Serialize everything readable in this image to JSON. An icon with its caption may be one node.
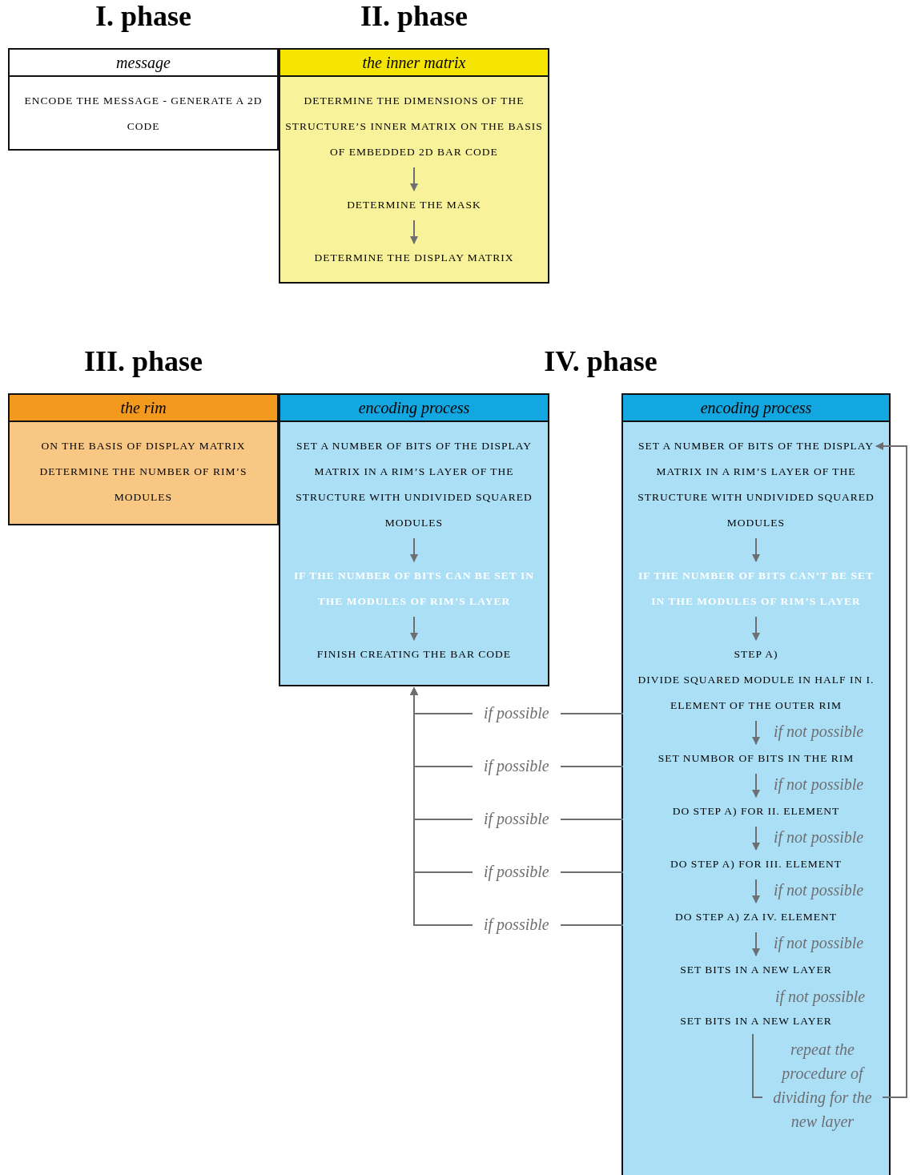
{
  "diagram": {
    "nodes": [
      {
        "text": [
          "I. phase",
          "message"
        ]
      },
      {
        "text": [
          "ENCODE THE MESSAGE - GENERATE A 2D CODE"
        ],
        "in": 0
      },
      {
        "text": [
          "II. phase",
          "the inner matrix"
        ]
      },
      {
        "text": [
          "DETERMINE THE DIMENSIONS OF THE STRUCTURE’S INNER MATRIX ON THE BASIS OF EMBEDDED 2D BAR CODE"
        ],
        "in": 2
      },
      {
        "text": [
          "DETERMINE THE MASK"
        ],
        "in": 2
      },
      {
        "text": [
          "DETERMINE THE DISPLAY MATRIX"
        ],
        "in": 2
      },
      {
        "text": [
          "III. phase",
          "the rim"
        ]
      },
      {
        "text": [
          "ON THE BASIS OF DISPLAY MATRIX DETERMINE THE NUMBER OF RIM’S MODULES"
        ],
        "in": 6
      },
      {
        "text": [
          "encoding process"
        ]
      },
      {
        "text": [
          "SET A NUMBER OF BITS OF THE DISPLAY MATRIX IN A RIM’S LAYER OF THE STRUCTURE WITH UNDIVIDED SQUARED MODULES"
        ],
        "in": 8
      },
      {
        "text": [
          "IF THE NUMBER OF BITS CAN BE SET IN THE MODULES OF RIM’S LAYER"
        ],
        "in": 8
      },
      {
        "text": [
          "FINISH CREATING THE BAR CODE"
        ],
        "in": 8
      },
      {
        "text": [
          "IV. phase",
          "encoding process"
        ]
      },
      {
        "text": [
          "SET A NUMBER OF BITS OF THE DISPLAY MATRIX IN A RIM’S LAYER OF THE STRUCTURE WITH UNDIVIDED SQUARED MODULES"
        ],
        "in": 12
      },
      {
        "text": [
          "IF THE NUMBER OF BITS CAN’T BE SET IN THE MODULES OF RIM’S LAYER"
        ],
        "in": 12
      },
      {
        "text": [
          "STEP A)",
          "DIVIDE SQUARED MODULE IN HALF IN I. ELEMENT OF THE OUTER RIM"
        ],
        "in": 12
      },
      {
        "text": [
          "SET NUMBOR OF BITS IN THE RIM"
        ],
        "in": 12
      },
      {
        "text": [
          "DO STEP A) FOR II. ELEMENT"
        ],
        "in": 12
      },
      {
        "text": [
          "DO STEP A) FOR III. ELEMENT"
        ],
        "in": 12
      },
      {
        "text": [
          "DO STEP A) ZA IV. ELEMENT"
        ],
        "in": 12
      },
      {
        "text": [
          "SET BITS IN A NEW LAYER"
        ],
        "in": 12
      },
      {
        "text": [
          "SET BITS IN A NEW LAYER"
        ],
        "in": 12
      }
    ],
    "edges": [
      {
        "from": 3,
        "to": 4,
        "arrow": "to"
      },
      {
        "from": 4,
        "to": 5,
        "arrow": "to"
      },
      {
        "from": 9,
        "to": 10,
        "arrow": "to"
      },
      {
        "from": 10,
        "to": 11,
        "arrow": "to"
      },
      {
        "from": 13,
        "to": 14,
        "arrow": "to"
      },
      {
        "from": 14,
        "to": 15,
        "arrow": "to"
      },
      {
        "from": 15,
        "to": 16,
        "arrow": "to",
        "label": "if not possible"
      },
      {
        "from": 16,
        "to": 17,
        "arrow": "to",
        "label": "if not possible"
      },
      {
        "from": 17,
        "to": 18,
        "arrow": "to",
        "label": "if not possible"
      },
      {
        "from": 18,
        "to": 19,
        "arrow": "to",
        "label": "if not possible"
      },
      {
        "from": 19,
        "to": 20,
        "arrow": "to",
        "label": "if not possible"
      },
      {
        "from": 15,
        "to": 11,
        "arrow": "to",
        "label": "if possible"
      },
      {
        "from": 16,
        "to": 11,
        "arrow": "to",
        "label": "if possible"
      },
      {
        "from": 17,
        "to": 11,
        "arrow": "to",
        "label": "if possible"
      },
      {
        "from": 18,
        "to": 11,
        "arrow": "to",
        "label": "if possible"
      },
      {
        "from": 19,
        "to": 11,
        "arrow": "to",
        "label": "if possible"
      },
      {
        "from": 21,
        "to": 13,
        "arrow": "to",
        "label": "repeat the procedure of dividing for the new layer"
      }
    ],
    "labels": [
      "if not possible"
    ]
  }
}
